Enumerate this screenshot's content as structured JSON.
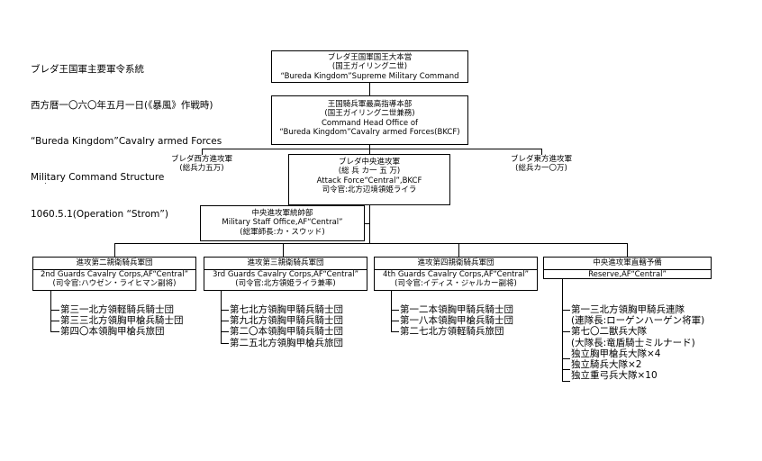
{
  "title": {
    "lines": [
      "ブレダ王国軍主要軍令系統",
      "西方暦一〇六〇年五月一日(《暴風》作戦時)",
      "“Bureda Kingdom”Cavalry armed Forces",
      "Military Command Structure",
      "1060.5.1(Operation “Strom”)"
    ]
  },
  "hq": {
    "lines": [
      "ブレダ王国軍国王大本営",
      "(国王ガイリング二世)",
      "“Bureda Kingdom”Supreme Military Command"
    ]
  },
  "command_head": {
    "lines": [
      "王国騎兵軍最高指導本部",
      "(国王ガイリング二世兼務)",
      "Command Head Office of",
      "“Bureda Kingdom”Cavalry armed Forces(BKCF)"
    ]
  },
  "west": {
    "lines": [
      "ブレダ西方進攻軍",
      "(総兵力五万)"
    ]
  },
  "east": {
    "lines": [
      "ブレダ東方進攻軍",
      "(総兵カ一〇万)"
    ]
  },
  "central": {
    "lines": [
      "ブレダ中央進攻軍",
      "(総 兵 カ一 五 万)",
      "Attack Force“Central”,BKCF",
      "司令官:北方辺境領姫ライラ"
    ]
  },
  "staff": {
    "lines": [
      "中央進攻軍統帥部",
      "Military Staff Office,AF“Central”",
      "(総軍師長:カ・スウッド)"
    ]
  },
  "corps": [
    {
      "name": "進攻第二親衛騎兵軍団",
      "english": "2nd Guards Cavalry Corps,AF“Central”",
      "commander": "(司令官:ハウゼン・ライヒマン副将)",
      "units": [
        "第三一北方領軽騎兵騎士団",
        "第三三北方領胸甲槍兵騎士団",
        "第四〇本領胸甲槍兵旅団"
      ]
    },
    {
      "name": "進攻第三親衛騎兵軍団",
      "english": "3rd Guards Cavalry Corps,AF“Central”",
      "commander": "(司令官:北方領姫ライラ兼率)",
      "units": [
        "第七北方領胸甲騎兵騎士団",
        "第九北方領胸甲騎兵騎士団",
        "第二〇本領胸甲騎兵騎士団",
        "第二五北方領胸甲槍兵旅団"
      ]
    },
    {
      "name": "進攻第四親衛騎兵軍団",
      "english": "4th Guards Cavalry Corps,AF“Central”",
      "commander": "(司令官:イディス・ジャルカー副将)",
      "units": [
        "第一二本領胸甲騎兵騎士団",
        "第一八本領胸甲槍兵騎士団",
        "第二七北方領軽騎兵旅団"
      ]
    },
    {
      "name": "中央進攻軍直轄予備",
      "english": "Reserve,AF“Central”",
      "commander": "",
      "units": [
        "第一三北方領胸甲騎兵連隊",
        "(連隊長:ローゲンハーゲン将軍)",
        "第七〇二獣兵大隊",
        "(大隊長:竜盾騎士ミルナード)",
        "独立胸甲槍兵大隊×4",
        "独立騎兵大隊×2",
        "独立重弓兵大隊×10"
      ]
    }
  ]
}
